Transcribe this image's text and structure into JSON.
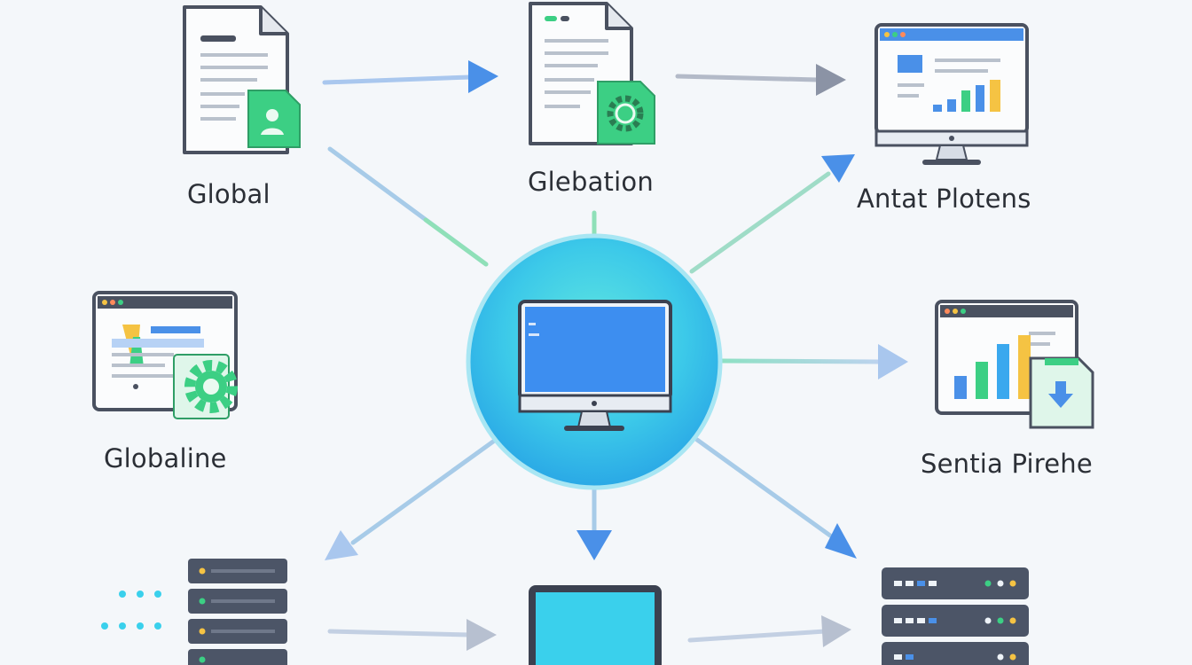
{
  "labels": {
    "top_left": "Global",
    "top_center": "Glebation",
    "top_right": "Antat Plotens",
    "mid_left": "Globaline",
    "mid_right": "Sentia Pirehe"
  },
  "colors": {
    "background": "#f4f7fa",
    "hub": "#34c8e8",
    "monitor_screen": "#3d8ef0",
    "document_gray": "#4a5160",
    "accent_green": "#3ccf84",
    "arrow_blue": "#4a90e8",
    "arrow_gray": "#8b93a5",
    "server_dark": "#4c5567",
    "tablet_screen": "#3ad0ec",
    "chart_yellow": "#f5c343"
  },
  "icons": {
    "hub": "central-monitor-icon",
    "top_left": "document-user-icon",
    "top_center": "document-gear-icon",
    "top_right": "analytics-monitor-icon",
    "mid_left": "browser-gear-icon",
    "mid_right": "browser-chart-download-icon",
    "bottom_left": "server-rack-icon",
    "bottom_center": "tablet-icon",
    "bottom_right": "server-rack-icon"
  }
}
